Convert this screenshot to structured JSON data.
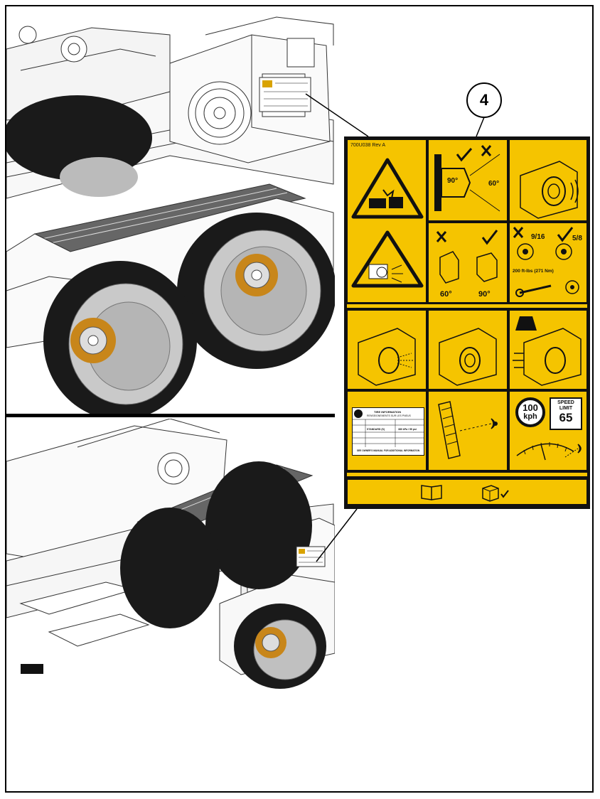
{
  "callout": {
    "number": "4"
  },
  "decal": {
    "part_number": "700U038 Rev A",
    "lug_angle_ok": "90°",
    "lug_angle_bad": "60°",
    "nut_bad_label": "60°",
    "nut_ok_label": "90°",
    "wrench_bad_size": "9/16",
    "wrench_ok_size": "5/8",
    "torque_spec": "200 ft-lbs (271 Nm)",
    "speed_kph_value": "100",
    "speed_kph_unit": "kph",
    "speed_limit_title_1": "SPEED",
    "speed_limit_title_2": "LIMIT",
    "speed_limit_value": "65",
    "tire_table_title": "TIRE INFORMATION",
    "tire_table_subtitle": "RENSEIGNEMENTS SUR LES PNEUS",
    "tire_table_pressure": "380 kPa / 55 psi",
    "tire_table_spare": "STANDARD (S)",
    "tire_table_note": "SEE OWNER'S MANUAL FOR ADDITIONAL INFORMATION"
  },
  "colors": {
    "decal_yellow": "#f5c400",
    "decal_border": "#111111",
    "tire": "#1a1a1a",
    "hub": "#c8861a"
  }
}
